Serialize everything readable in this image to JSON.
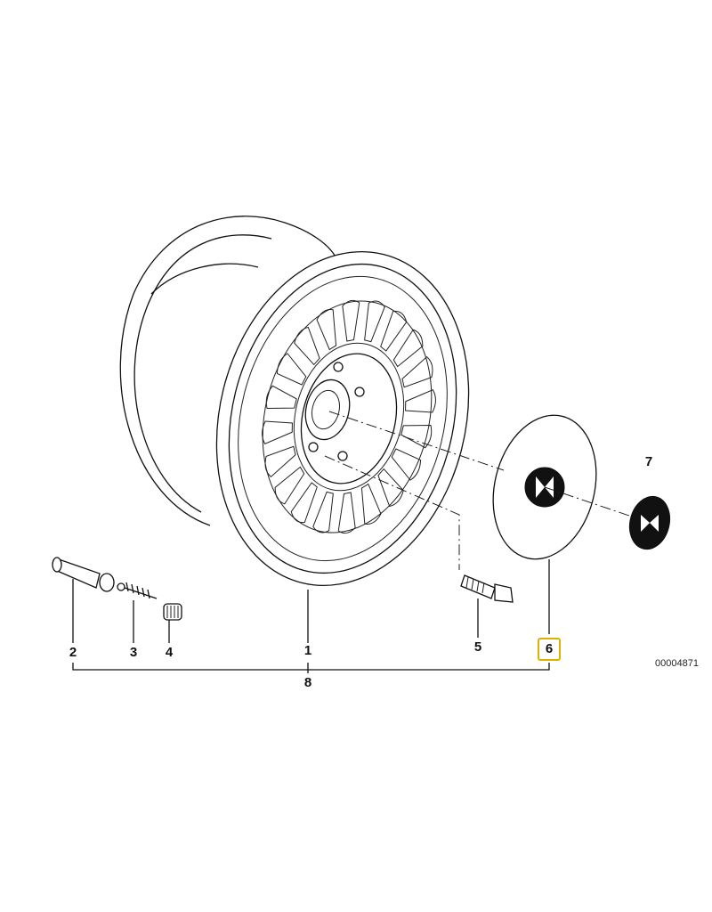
{
  "diagram": {
    "parts": [
      {
        "number": "1",
        "highlighted": false
      },
      {
        "number": "2",
        "highlighted": false
      },
      {
        "number": "3",
        "highlighted": false
      },
      {
        "number": "4",
        "highlighted": false
      },
      {
        "number": "5",
        "highlighted": false
      },
      {
        "number": "6",
        "highlighted": true
      },
      {
        "number": "7",
        "highlighted": false
      },
      {
        "number": "8",
        "highlighted": false
      }
    ],
    "drawing_code": "00004871",
    "highlight_color": "#e0b000"
  }
}
